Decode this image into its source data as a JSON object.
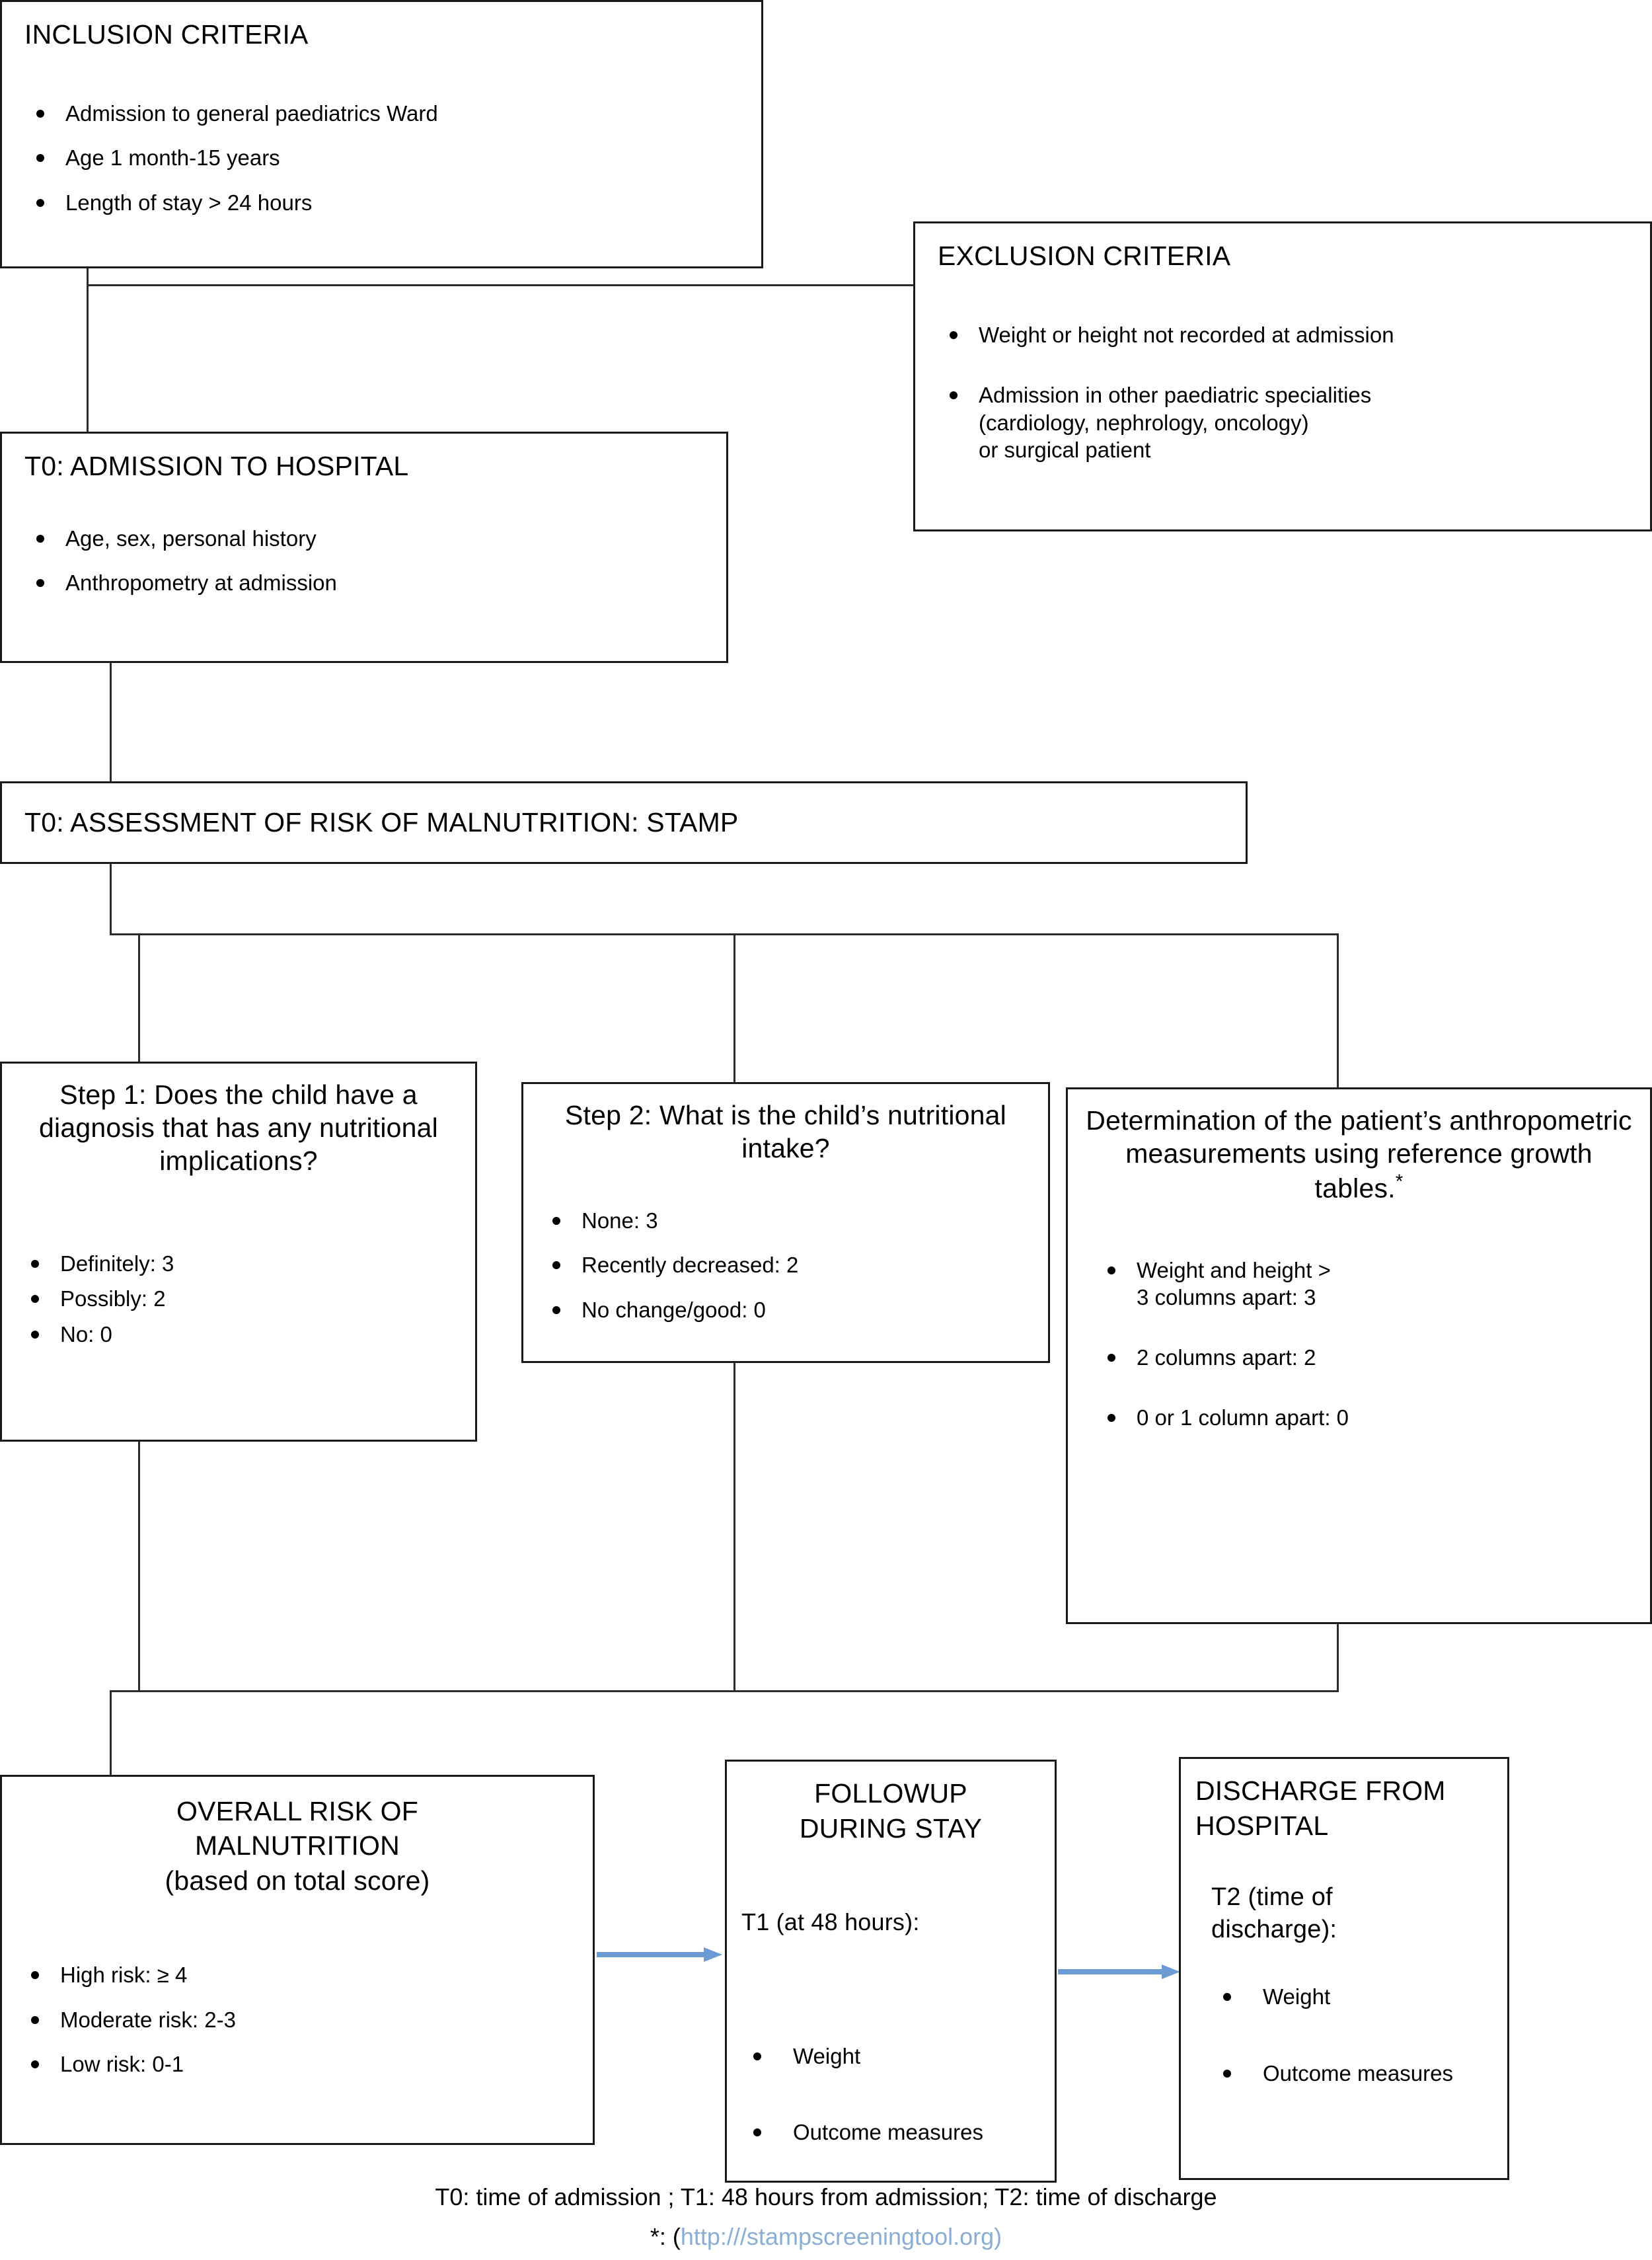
{
  "diagram": {
    "title": "STAMP nutritional screening study flowchart",
    "boxes": {
      "inclusion": {
        "title": "INCLUSION CRITERIA",
        "items": [
          "Admission to general paediatrics Ward",
          "Age 1 month-15 years",
          "Length of stay > 24 hours"
        ]
      },
      "exclusion": {
        "title": "EXCLUSION CRITERIA",
        "items": [
          "Weight or height not recorded at admission",
          "Admission in other paediatric specialities\n(cardiology, nephrology, oncology)\nor surgical patient"
        ]
      },
      "admission": {
        "title": "T0: ADMISSION TO HOSPITAL",
        "items": [
          "Age, sex, personal history",
          "Anthropometry at admission"
        ]
      },
      "assessment": {
        "title": "T0: ASSESSMENT OF RISK OF MALNUTRITION: STAMP"
      },
      "step1": {
        "title": "Step 1: Does the child have a diagnosis that has any nutritional implications?",
        "items": [
          "Definitely: 3",
          "Possibly: 2",
          "No: 0"
        ]
      },
      "step2": {
        "title": "Step 2: What is the child’s nutritional intake?",
        "items": [
          "None: 3",
          "Recently decreased: 2",
          "No change/good: 0"
        ]
      },
      "step3": {
        "title": "Determination of the patient’s anthropometric measurements using reference growth tables.",
        "title_superscript": "*",
        "items": [
          "Weight and height >\n3 columns apart: 3",
          "2 columns apart: 2",
          "0 or 1 column apart: 0"
        ]
      },
      "overall_risk": {
        "title_line1": "OVERALL RISK OF",
        "title_line2": "MALNUTRITION",
        "title_line3": "(based on total score)",
        "items": [
          "High risk: ≥ 4",
          "Moderate risk: 2-3",
          "Low risk: 0-1"
        ]
      },
      "followup": {
        "title_line1": "FOLLOWUP",
        "title_line2": "DURING STAY",
        "subtitle": "T1 (at 48 hours):",
        "items": [
          "Weight",
          "Outcome measures"
        ]
      },
      "discharge": {
        "title_line1": "DISCHARGE FROM",
        "title_line2": "HOSPITAL",
        "subtitle_line1": "T2 (time of",
        "subtitle_line2": "discharge):",
        "items": [
          "Weight",
          "Outcome measures"
        ]
      }
    },
    "footnotes": {
      "legend": "T0: time of admission ; T1: 48 hours from admission; T2: time of discharge",
      "star_prefix": "*: (",
      "star_link": "http:///stampscreeningtool.org",
      "star_suffix": ")"
    },
    "colors": {
      "border": "#1a1a1a",
      "connector": "#2b2b2b",
      "arrow": "#6b9bd2",
      "link": "#8aadd4",
      "background": "#ffffff"
    }
  }
}
